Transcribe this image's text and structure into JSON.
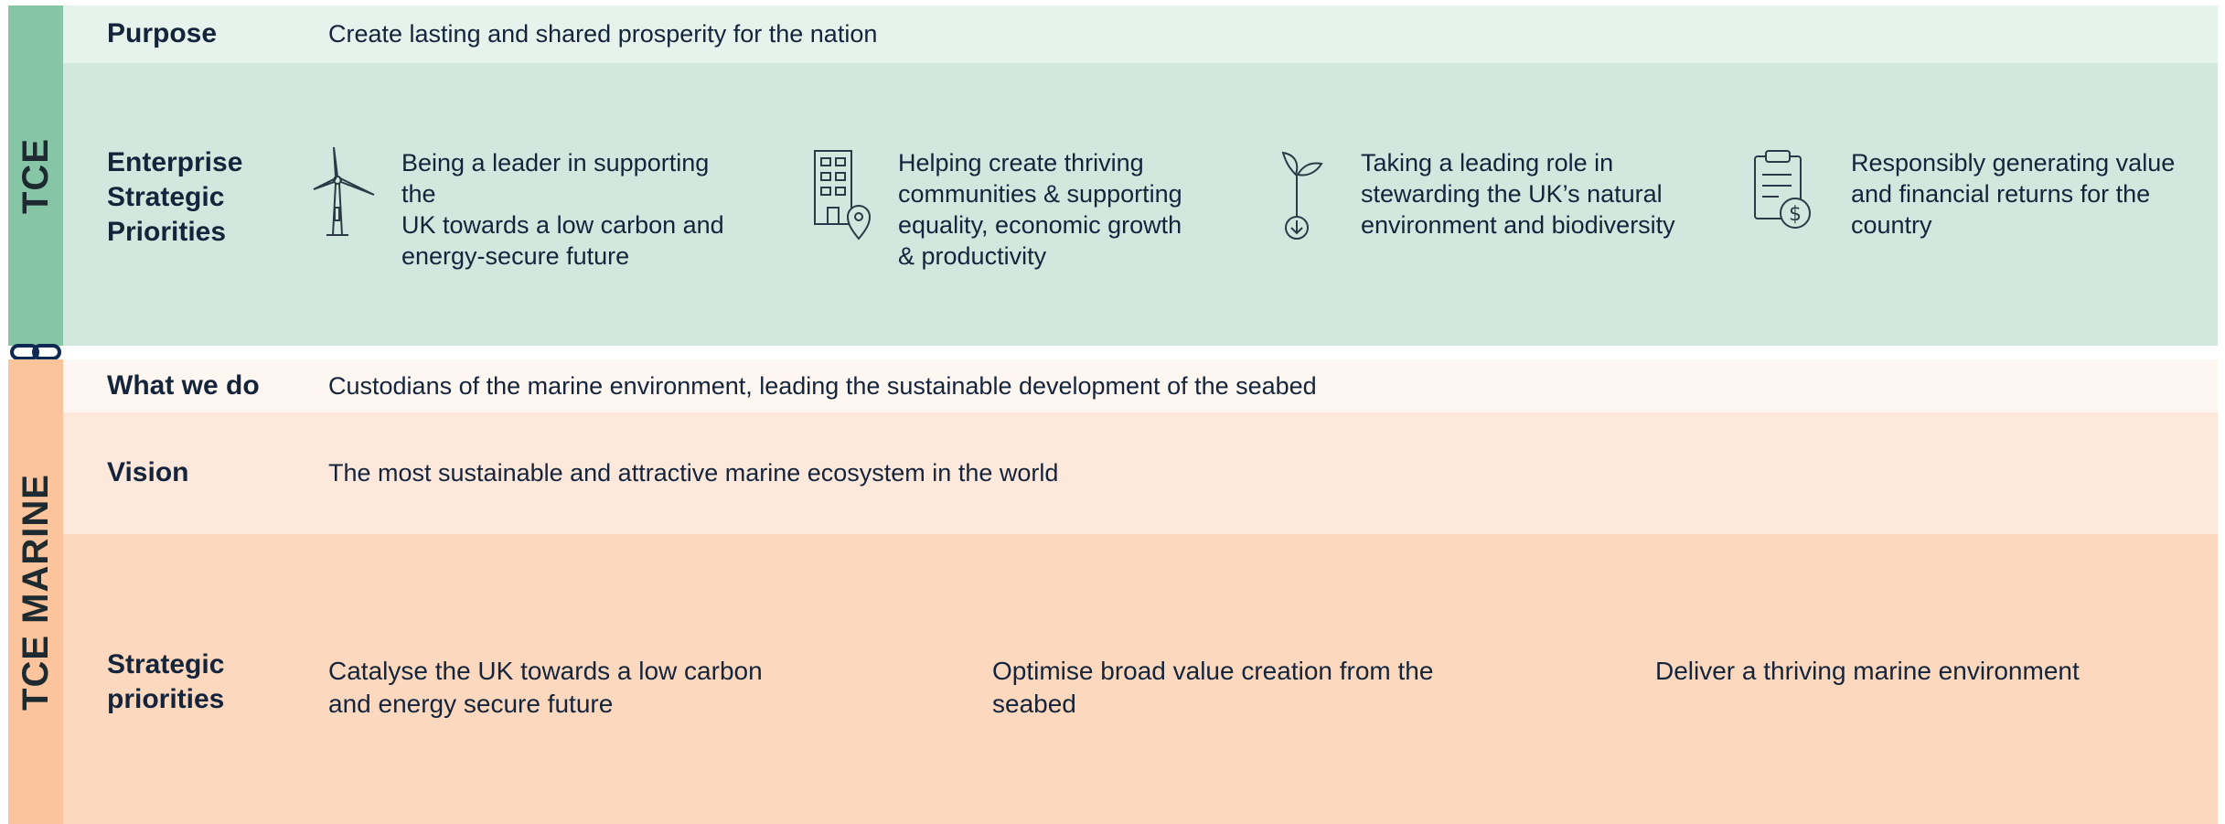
{
  "colors": {
    "tce_side": "#86c6a7",
    "tce_purpose_bg": "#e6f2ec",
    "tce_priorities_bg": "#d2e8df",
    "marine_side": "#fcc49c",
    "marine_whatwedo_bg": "#fef6f1",
    "marine_vision_bg": "#fee8dc",
    "marine_priorities_bg": "#fcd8bf",
    "link_icon": "#0e2a52",
    "text": "#14243b"
  },
  "tce": {
    "side_label": "TCE",
    "purpose": {
      "label": "Purpose",
      "text": "Create lasting and shared prosperity for the nation"
    },
    "enterprise": {
      "label_lines": [
        "Enterprise",
        "Strategic",
        "Priorities"
      ],
      "items": [
        {
          "icon": "wind-turbine-icon",
          "lines": [
            "Being a leader in supporting the",
            "UK towards a low carbon and",
            "energy-secure future"
          ]
        },
        {
          "icon": "building-location-icon",
          "lines": [
            "Helping create thriving",
            "communities & supporting",
            "equality, economic growth",
            "& productivity"
          ]
        },
        {
          "icon": "sprout-icon",
          "lines": [
            "Taking a leading role in",
            "stewarding the UK’s natural",
            "environment and biodiversity"
          ]
        },
        {
          "icon": "clipboard-dollar-icon",
          "lines": [
            "Responsibly generating value",
            "and financial returns for the",
            "country"
          ]
        }
      ]
    }
  },
  "marine": {
    "side_label": "TCE MARINE",
    "what_we_do": {
      "label": "What we do",
      "text": "Custodians of the marine environment, leading the sustainable development of the seabed"
    },
    "vision": {
      "label": "Vision",
      "text": "The most sustainable and attractive marine ecosystem in the world"
    },
    "strategic": {
      "label_lines": [
        "Strategic",
        "priorities"
      ],
      "items": [
        {
          "lines": [
            "Catalyse the UK towards a low carbon",
            "and energy secure future"
          ]
        },
        {
          "lines": [
            "Optimise broad value creation from the",
            "seabed"
          ]
        },
        {
          "lines": [
            "Deliver a thriving marine environment"
          ]
        }
      ]
    }
  }
}
